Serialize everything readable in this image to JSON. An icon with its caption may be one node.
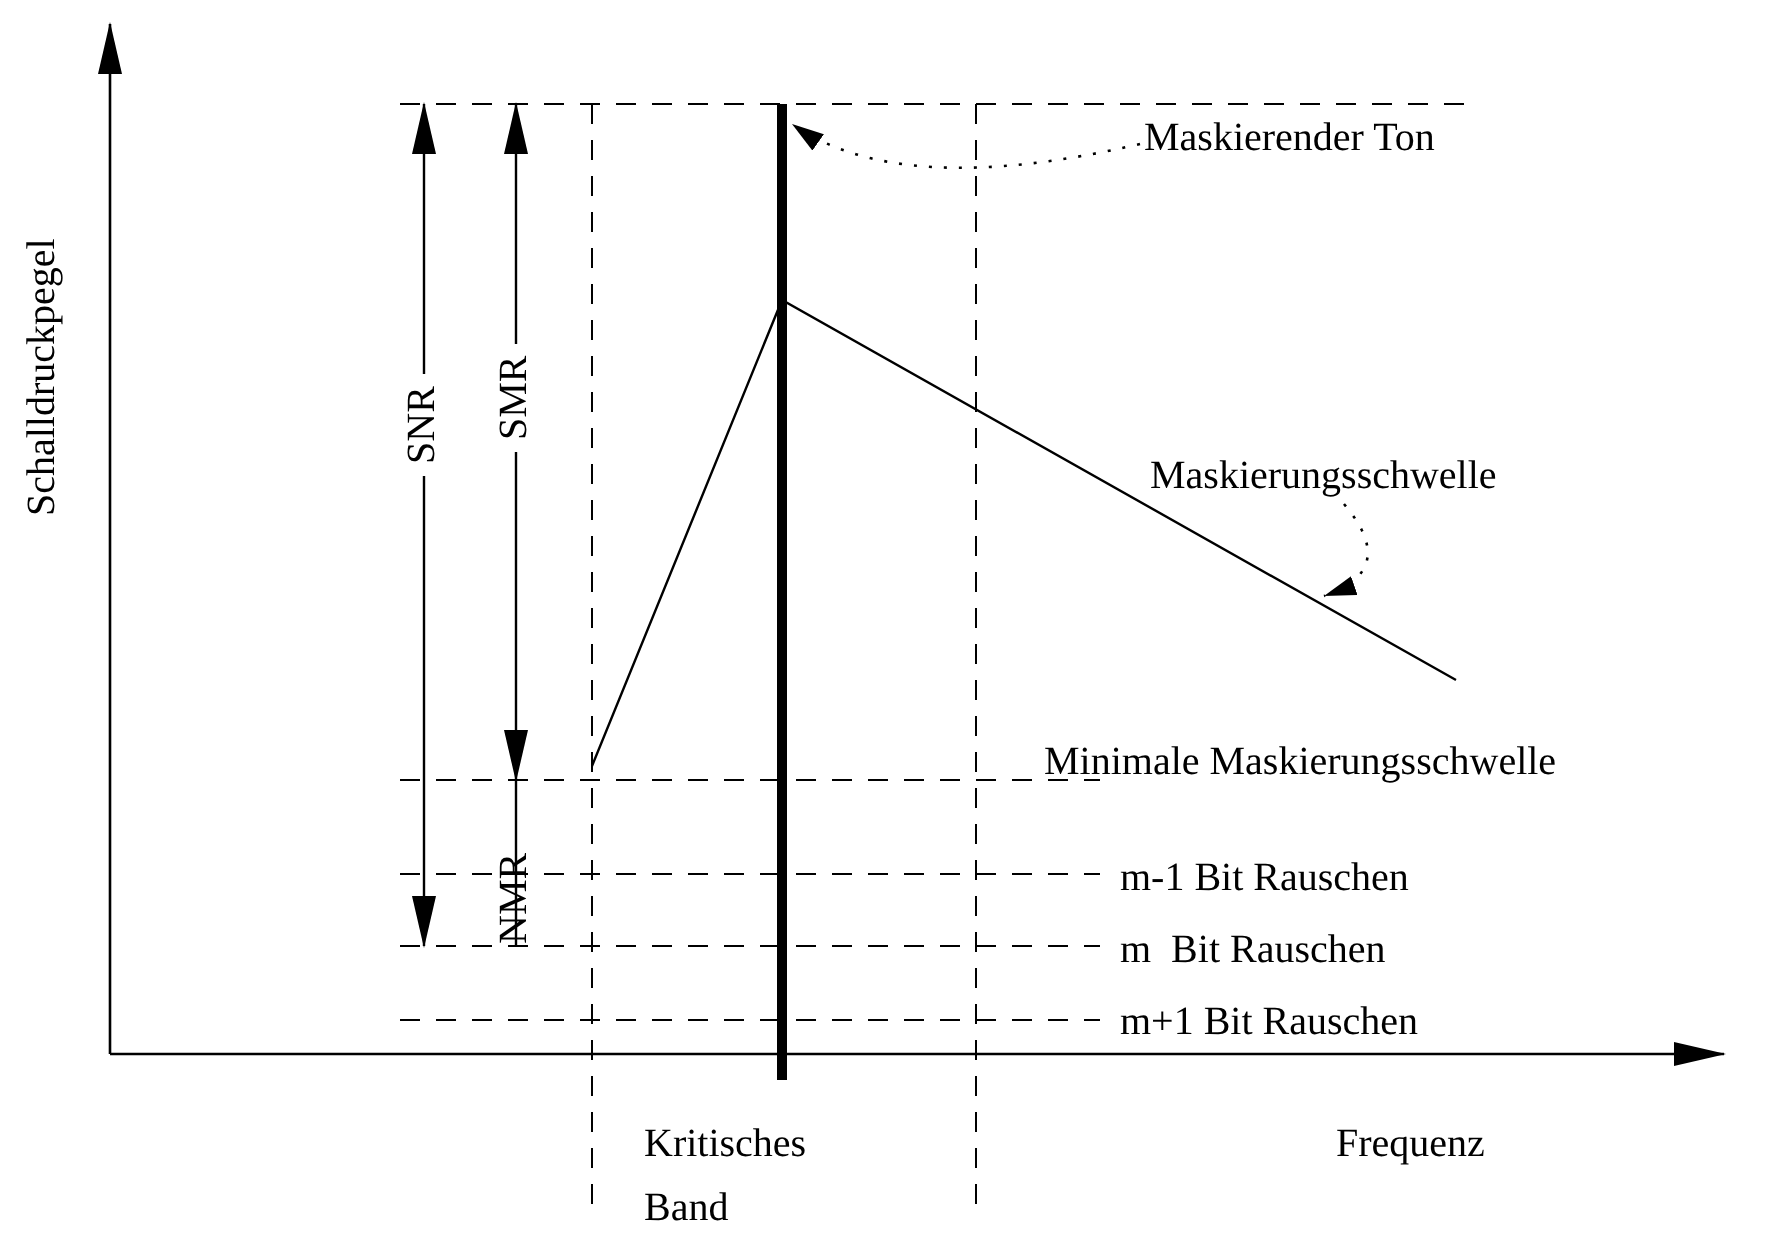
{
  "diagram": {
    "nodes": [
      {
        "text": [
          "Maskierender Ton"
        ]
      },
      {
        "text": [],
        "shape": "bar"
      },
      {
        "text": [
          "Maskierungsschwelle"
        ]
      },
      {
        "text": [],
        "shape": "line"
      }
    ],
    "edges": [
      {
        "from": 0,
        "to": 1,
        "arrow": "to",
        "style": "dashed"
      },
      {
        "from": 2,
        "to": 3,
        "arrow": "to",
        "style": "dashed"
      }
    ],
    "labels": [
      "Schalldruckpegel",
      "SNR",
      "SMR",
      "NMR",
      "Minimale Maskierungsschwelle",
      "m-1 Bit Rauschen",
      "m  Bit Rauschen",
      "m+1 Bit Rauschen",
      "Kritisches Band",
      "Frequenz"
    ]
  }
}
